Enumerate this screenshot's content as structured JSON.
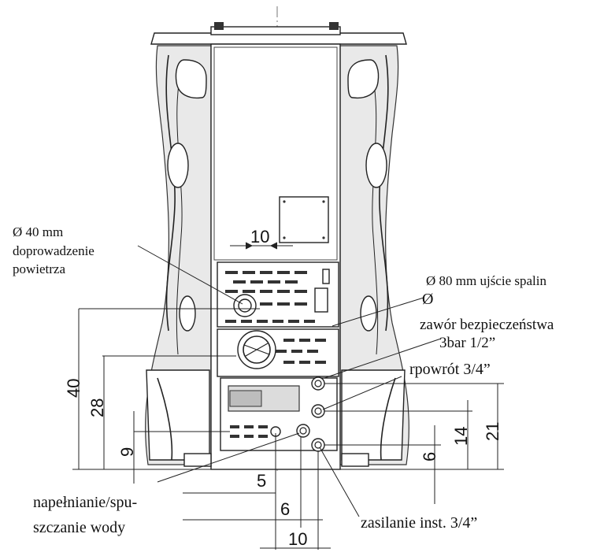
{
  "labels": {
    "air_inlet_diameter": "Ø 40 mm",
    "air_inlet_line1": "doprowadzenie",
    "air_inlet_line2": "powietrza",
    "flue_outlet": "Ø 80 mm  ujście spalin",
    "flue_symbol": "Ø",
    "safety_valve_line1": "zawór bezpieczeństwa",
    "safety_valve_line2": "3bar 1/2”",
    "return": "rpowrót 3/4”",
    "filling_line1": "napełnianie/spu-",
    "filling_line2": "szczanie  wody",
    "supply": "zasilanie inst. 3/4”"
  },
  "dimensions": {
    "top_offset": "10",
    "h40": "40",
    "h28": "28",
    "h9": "9",
    "h21": "21",
    "h14": "14",
    "h6": "6",
    "bottom_5": "5",
    "bottom_6": "6",
    "bottom_10": "10"
  }
}
